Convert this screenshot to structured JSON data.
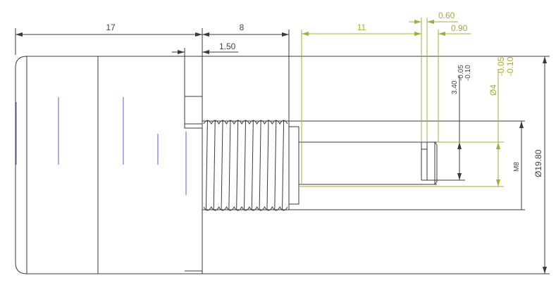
{
  "drawing": {
    "dimensions": {
      "body_length": "17",
      "thread_length": "8",
      "step_width": "1.50",
      "shaft_length": "11",
      "groove_width": "0.60",
      "groove_offset": "0.90",
      "groove_diameter": "3.40",
      "groove_tol_upper": "-0.05",
      "groove_tol_lower": "-0.10",
      "shaft_diameter": "Ø4",
      "shaft_tol_upper": "-0.05",
      "shaft_tol_lower": "-0.10",
      "thread_size": "M8",
      "body_diameter": "Ø19.80"
    },
    "colors": {
      "outline": "#3a3a3a",
      "dimension_highlight": "#a9a83a",
      "centerline": "#5b5bd6"
    }
  }
}
